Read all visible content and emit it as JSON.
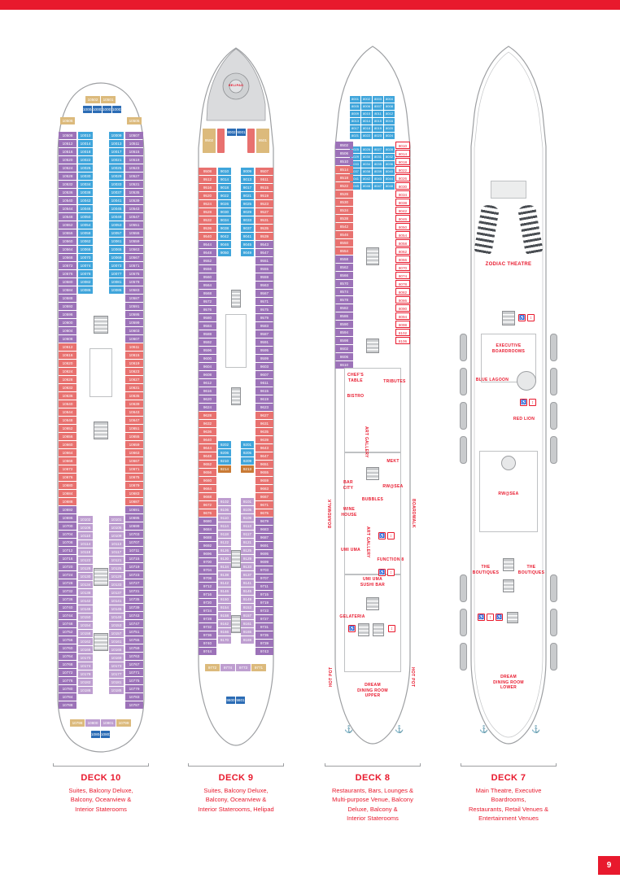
{
  "page": {
    "number": "9"
  },
  "colors": {
    "accent": "#E8192D",
    "tan_suite": "#DCBA7C",
    "purple_balcony": "#9C72B8",
    "salmon_balcony_deluxe": "#E8716F",
    "blue_oceanview": "#3FA5DB",
    "lavender_interior": "#BE9ED0",
    "teal_cell": "#2B6CB5",
    "orange_cell": "#C97A35",
    "outline_gray": "#9D9FA2"
  },
  "icons": {
    "anchor": "⚓",
    "wheelchair": "♿",
    "lift": "↕"
  },
  "captions": [
    {
      "deck": "DECK 10",
      "desc": "Suites, Balcony Deluxe,\nBalcony, Oceanview &\nInterior Staterooms"
    },
    {
      "deck": "DECK 9",
      "desc": "Suites, Balcony Deluxe,\nBalcony, Oceanview &\nInterior Staterooms, Helipad"
    },
    {
      "deck": "DECK 8",
      "desc": "Restaurants, Bars, Lounges &\nMulti-purpose Venue, Balcony\nDeluxe, Balcony &\nInterior Staterooms"
    },
    {
      "deck": "DECK 7",
      "desc": "Main Theatre, Executive\nBoardrooms,\nRestaurants, Retail Venues &\nEntertainment Venues"
    }
  ],
  "deck10": {
    "bow_row_suites": {
      "segments": [
        {
          "type": "tan",
          "nums": [
            10502,
            10501
          ]
        }
      ]
    },
    "bow_row_teal": {
      "segments": [
        {
          "type": "teal",
          "nums": [
            10004,
            10002,
            10001,
            10003
          ]
        }
      ]
    },
    "bow_side_left": {
      "segments": [
        {
          "type": "tan",
          "nums": [
            10506
          ]
        }
      ]
    },
    "bow_side_right": {
      "segments": [
        {
          "type": "tan",
          "nums": [
            10505
          ]
        }
      ]
    },
    "port_outer": {
      "segments": [
        {
          "type": "purple",
          "from": 10508,
          "step": 4,
          "count": 26
        },
        {
          "type": "salmon",
          "from": 10612,
          "step": 4,
          "count": 20
        },
        {
          "type": "purple",
          "from": 10692,
          "step": 4,
          "count": 25
        }
      ]
    },
    "stbd_outer": {
      "segments": [
        {
          "type": "purple",
          "from": 10507,
          "step": 4,
          "count": 26
        },
        {
          "type": "salmon",
          "from": 10611,
          "step": 4,
          "count": 20
        },
        {
          "type": "purple",
          "from": 10691,
          "step": 4,
          "count": 25
        }
      ]
    },
    "port_inner_top": {
      "segments": [
        {
          "type": "blue",
          "from": 10010,
          "step": 4,
          "count": 20
        }
      ]
    },
    "stbd_inner_top": {
      "segments": [
        {
          "type": "blue",
          "from": 10009,
          "step": 4,
          "count": 20
        }
      ]
    },
    "port_inner_low": {
      "segments": [
        {
          "type": "lav",
          "from": 10102,
          "step": 4,
          "count": 22
        }
      ]
    },
    "stbd_inner_low": {
      "segments": [
        {
          "type": "lav",
          "from": 10101,
          "step": 4,
          "count": 22
        }
      ]
    },
    "stern_row": {
      "segments": [
        {
          "type": "tan",
          "nums": [
            10798
          ]
        },
        {
          "type": "lav",
          "nums": [
            10800,
            10801
          ]
        },
        {
          "type": "tan",
          "nums": [
            10799
          ]
        }
      ]
    },
    "stern_teal": {
      "segments": [
        {
          "type": "teal",
          "nums": [
            10804,
            10803
          ]
        }
      ]
    }
  },
  "deck9": {
    "helipad_label": "HELIPAD",
    "bow_suite_left": {
      "segments": [
        {
          "type": "tan",
          "nums": [
            9502
          ]
        }
      ]
    },
    "bow_suite_right": {
      "segments": [
        {
          "type": "tan",
          "nums": [
            9501
          ]
        }
      ]
    },
    "bow_teal": {
      "segments": [
        {
          "type": "teal",
          "nums": [
            9002,
            9001
          ]
        }
      ]
    },
    "port_outer": {
      "segments": [
        {
          "type": "salmon",
          "from": 9508,
          "step": 4,
          "count": 9
        },
        {
          "type": "purple",
          "from": 9544,
          "step": 4,
          "count": 21
        },
        {
          "type": "salmon",
          "from": 9628,
          "step": 4,
          "count": 13
        },
        {
          "type": "purple",
          "from": 9680,
          "step": 4,
          "count": 17
        }
      ]
    },
    "stbd_outer": {
      "segments": [
        {
          "type": "salmon",
          "from": 9507,
          "step": 4,
          "count": 9
        },
        {
          "type": "purple",
          "from": 9543,
          "step": 4,
          "count": 21
        },
        {
          "type": "salmon",
          "from": 9627,
          "step": 4,
          "count": 13
        },
        {
          "type": "purple",
          "from": 9679,
          "step": 4,
          "count": 17
        }
      ]
    },
    "port_inner_top": {
      "segments": [
        {
          "type": "blue",
          "from": 9010,
          "step": 4,
          "count": 11
        }
      ]
    },
    "stbd_inner_top": {
      "segments": [
        {
          "type": "blue",
          "from": 9009,
          "step": 4,
          "count": 11
        }
      ]
    },
    "port_mid": {
      "segments": [
        {
          "type": "blue",
          "nums": [
            9202,
            9206,
            9210
          ]
        },
        {
          "type": "orange",
          "nums": [
            9214
          ]
        }
      ]
    },
    "stbd_mid": {
      "segments": [
        {
          "type": "blue",
          "nums": [
            9201,
            9205,
            9209
          ]
        },
        {
          "type": "orange",
          "nums": [
            9213
          ]
        }
      ]
    },
    "port_inner_low": {
      "segments": [
        {
          "type": "lav",
          "from": 9102,
          "step": 4,
          "count": 18
        }
      ]
    },
    "stbd_inner_low": {
      "segments": [
        {
          "type": "lav",
          "from": 9101,
          "step": 4,
          "count": 18
        }
      ]
    },
    "stern_row": {
      "segments": [
        {
          "type": "tan",
          "nums": [
            9772
          ]
        },
        {
          "type": "lav",
          "nums": [
            9774,
            9773
          ]
        },
        {
          "type": "tan",
          "nums": [
            9771
          ]
        }
      ]
    },
    "stern_teal": {
      "segments": [
        {
          "type": "teal",
          "nums": [
            9800,
            9801
          ]
        }
      ]
    }
  },
  "deck8": {
    "top_grid_a": {
      "segments": [
        {
          "type": "blue",
          "from": 8001,
          "step": 1,
          "count": 24
        }
      ]
    },
    "top_grid_b": {
      "segments": [
        {
          "type": "blue",
          "from": 8025,
          "step": 1,
          "count": 24
        }
      ]
    },
    "port_outer": {
      "segments": [
        {
          "type": "purple",
          "from": 8502,
          "step": 4,
          "count": 3
        },
        {
          "type": "salmon",
          "from": 8514,
          "step": 4,
          "count": 11
        },
        {
          "type": "purple",
          "from": 8558,
          "step": 4,
          "count": 14
        }
      ]
    },
    "stbd_red": {
      "segments": [
        {
          "type": "redline",
          "from": 8010,
          "step": 4,
          "count": 25
        }
      ]
    },
    "venues": {
      "chefs_table": "CHEF'S\nTABLE",
      "tributes": "TRIBUTES",
      "bistro": "BISTRO",
      "art_gallery_1": "ART GALLERY",
      "mekt": "MEKT",
      "bar_city": "BAR\nCITY",
      "rwsea": "RW@SEA",
      "bubbles": "BUBBLES",
      "wine_house": "WINE\nHOUSE",
      "art_gallery_2": "ART GALLERY",
      "umi_uma": "UMI UMA",
      "function8": "FUNCTION 8",
      "boardwalk_left": "BOARDWALK",
      "boardwalk_right": "BOARDWALK",
      "umi_uma_sushi": "UMI UMA\nSUSHI BAR",
      "gelateria": "GELATERIA",
      "hot_pot_left": "HOT POT",
      "hot_pot_right": "HOT POT",
      "dream_dining": "DREAM\nDINING ROOM\nUPPER"
    }
  },
  "deck7": {
    "venues": {
      "zodiac": "ZODIAC THEATRE",
      "boardrooms": "EXECUTIVE\nBOARDROOMS",
      "blue_lagoon": "BLUE LAGOON",
      "red_lion": "RED LION",
      "rwsea": "RW@SEA",
      "boutiques_left": "THE\nBOUTIQUES",
      "boutiques_right": "THE\nBOUTIQUES",
      "dream_dining": "DREAM\nDINING ROOM\nLOWER"
    }
  }
}
